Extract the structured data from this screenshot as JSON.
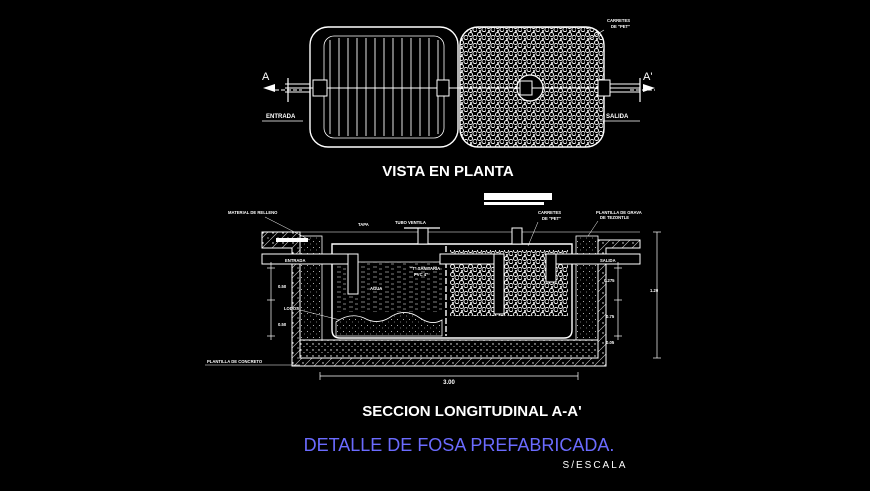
{
  "plan": {
    "section_a_left": "A",
    "section_a_right": "A'",
    "inlet_label": "ENTRADA",
    "outlet_label": "SALIDA",
    "media_label_line1": "CARRETES",
    "media_label_line2": "DE \"PET\"",
    "view_title": "VISTA EN PLANTA"
  },
  "section": {
    "fill_material_label": "MATERIAL DE RELLENO",
    "cover_label": "TAPA",
    "vent_pipe_label": "TUBO VENTILA",
    "media_label_line1": "CARRETES",
    "media_label_line2": "DE \"PET\"",
    "inlet_label": "ENTRADA",
    "outlet_label": "SALIDA",
    "water_label": "AGUA",
    "sludge_label": "LODOS",
    "tee_label_line1": "\"T\" SANITARIA",
    "tee_label_line2": "PVC 4\"",
    "concrete_label": "PLANTILLA DE CONCRETO",
    "topright_label_line1": "PLANTILLA DE GRAVA",
    "topright_label_line2": "DE TEZONTLE",
    "dim_total_length": "3.00",
    "dim_total_height": "1.20",
    "dim_upper": "0.275",
    "dim_middle": "0.75",
    "dim_base": "0.05",
    "dim_left_1": "0.50",
    "dim_left_2": "0.50",
    "view_title": "SECCION LONGITUDINAL A-A'"
  },
  "sheet": {
    "title": "DETALLE DE FOSA PREFABRICADA.",
    "scale": "S/ESCALA"
  },
  "colors": {
    "background": "#000000",
    "lines": "#ffffff",
    "title": "#6b6bff"
  }
}
